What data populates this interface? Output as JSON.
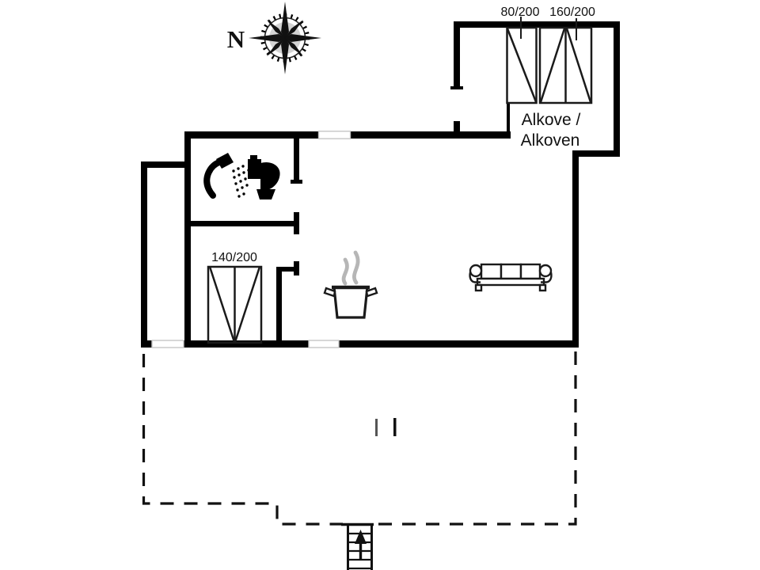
{
  "title": "Holiday house floor plan",
  "colors": {
    "wall": "#000000",
    "line": "#1a1a1a",
    "steam": "#b6b6b6",
    "background": "#ffffff",
    "window_outline": "#c6c6c6"
  },
  "compass": {
    "north_label": "N"
  },
  "alcove": {
    "label_line1": "Alkove /",
    "label_line2": "Alkoven",
    "beds": [
      {
        "size_label": "80/200"
      },
      {
        "size_label": "160/200"
      }
    ]
  },
  "bedroom": {
    "bed_size_label": "140/200"
  },
  "icons": [
    "compass-rose-icon",
    "shower-icon",
    "toilet-icon",
    "cooking-pot-icon",
    "steam-icon",
    "sofa-icon",
    "single-bed-icon",
    "double-bed-icon",
    "stairs-icon",
    "up-arrow-icon",
    "window-symbol"
  ]
}
